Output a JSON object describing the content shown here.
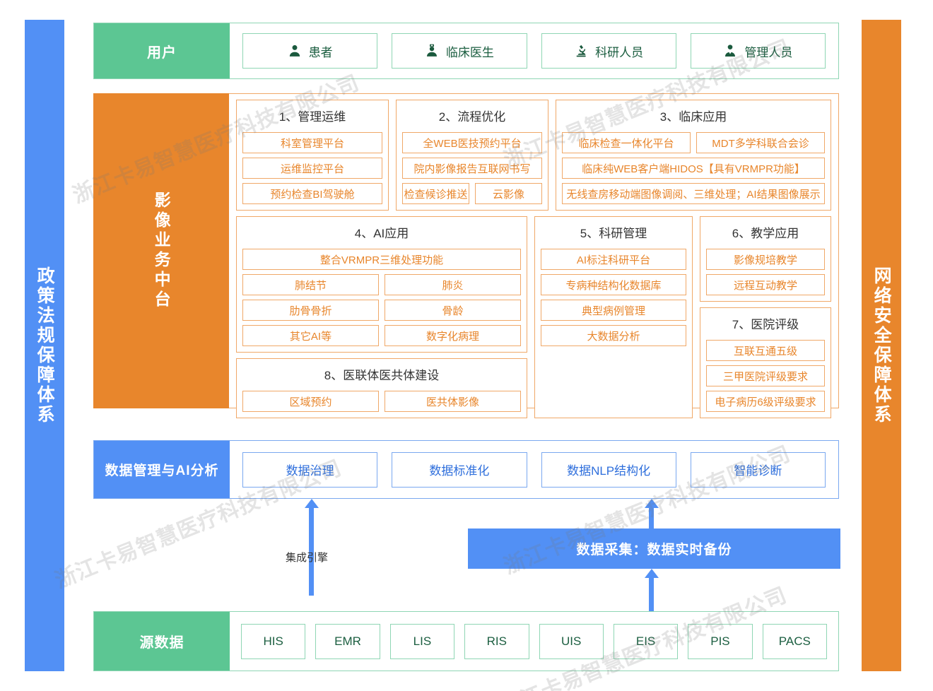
{
  "pillars": {
    "left": "政策法规保障体系",
    "right": "网络安全保障体系"
  },
  "watermark": "浙江卡易智慧医疗科技有限公司",
  "users": {
    "label": "用户",
    "items": [
      {
        "icon": "user-icon",
        "label": "患者"
      },
      {
        "icon": "doctor-icon",
        "label": "临床医生"
      },
      {
        "icon": "microscope-icon",
        "label": "科研人员"
      },
      {
        "icon": "manager-icon",
        "label": "管理人员"
      }
    ]
  },
  "platform": {
    "label": "影像业务中台",
    "groups": [
      {
        "title": "1、管理运维",
        "rows": [
          [
            "科室管理平台"
          ],
          [
            "运维监控平台"
          ],
          [
            "预约检查BI驾驶舱"
          ]
        ]
      },
      {
        "title": "2、流程优化",
        "rows": [
          [
            "全WEB医技预约平台"
          ],
          [
            "院内影像报告互联网书写"
          ],
          [
            "检查候诊推送",
            "云影像"
          ]
        ]
      },
      {
        "title": "3、临床应用",
        "rows": [
          [
            "临床检查一体化平台",
            "MDT多学科联合会诊"
          ],
          [
            "临床纯WEB客户端HIDOS【具有VRMPR功能】"
          ],
          [
            "无线查房移动端图像调阅、三维处理；AI结果图像展示"
          ]
        ]
      },
      {
        "title": "4、AI应用",
        "rows": [
          [
            "整合VRMPR三维处理功能"
          ],
          [
            "肺结节",
            "肺炎"
          ],
          [
            "肋骨骨折",
            "骨龄"
          ],
          [
            "其它AI等",
            "数字化病理"
          ]
        ]
      },
      {
        "title": "5、科研管理",
        "rows": [
          [
            "AI标注科研平台"
          ],
          [
            "专病种结构化数据库"
          ],
          [
            "典型病例管理"
          ],
          [
            "大数据分析"
          ]
        ]
      },
      {
        "title": "6、教学应用",
        "rows": [
          [
            "影像规培教学"
          ],
          [
            "远程互动教学"
          ]
        ]
      },
      {
        "title": "7、医院评级",
        "rows": [
          [
            "互联互通五级"
          ],
          [
            "三甲医院评级要求"
          ],
          [
            "电子病历6级评级要求"
          ]
        ]
      },
      {
        "title": "8、医联体医共体建设",
        "rows": [
          [
            "区域预约",
            "医共体影像"
          ]
        ]
      }
    ]
  },
  "data_management": {
    "label": "数据管理与AI分析",
    "items": [
      "数据治理",
      "数据标准化",
      "数据NLP结构化",
      "智能诊断"
    ]
  },
  "middle": {
    "engine_label": "集成引擎",
    "collection_label": "数据采集：数据实时备份"
  },
  "source_data": {
    "label": "源数据",
    "items": [
      "HIS",
      "EMR",
      "LIS",
      "RIS",
      "UIS",
      "EIS",
      "PIS",
      "PACS"
    ]
  },
  "colors": {
    "green": "#5cc693",
    "orange": "#e8862c",
    "blue": "#5290f5",
    "green_border": "#8fd6b4",
    "orange_border": "#f0a868",
    "blue_border": "#7aa8f0"
  }
}
